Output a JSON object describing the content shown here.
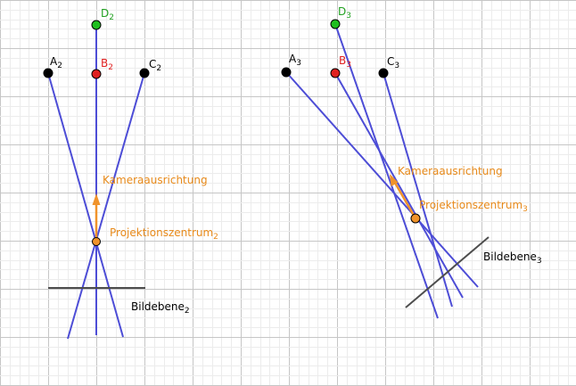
{
  "colors": {
    "grid_minor": "#ececec",
    "grid_major": "#c6c6c6",
    "ray": "#4d4dd6",
    "plane": "#4d4d4d",
    "camera": "#f0932b",
    "point_black": "#000000",
    "point_red": "#e02020",
    "point_green": "#1fbf1f",
    "label_black": "#000000",
    "label_red": "#e02020",
    "label_green": "#20a020",
    "label_orange": "#e88a1a"
  },
  "scene2": {
    "points": {
      "A": {
        "name": "A",
        "index": "2"
      },
      "B": {
        "name": "B",
        "index": "2"
      },
      "C": {
        "name": "C",
        "index": "2"
      },
      "D": {
        "name": "D",
        "index": "2"
      }
    },
    "camera_direction_label": "Kameraausrichtung",
    "projection_center_label": {
      "name": "Projektionszentrum",
      "index": "2"
    },
    "image_plane_label": {
      "name": "Bildebene",
      "index": "2"
    }
  },
  "scene3": {
    "points": {
      "A": {
        "name": "A",
        "index": "3"
      },
      "B": {
        "name": "B",
        "index": "3"
      },
      "C": {
        "name": "C",
        "index": "3"
      },
      "D": {
        "name": "D",
        "index": "3"
      }
    },
    "camera_direction_label": "Kameraausrichtung",
    "projection_center_label": {
      "name": "Projektionszentrum",
      "index": "3"
    },
    "image_plane_label": {
      "name": "Bildebene",
      "index": "3"
    }
  }
}
